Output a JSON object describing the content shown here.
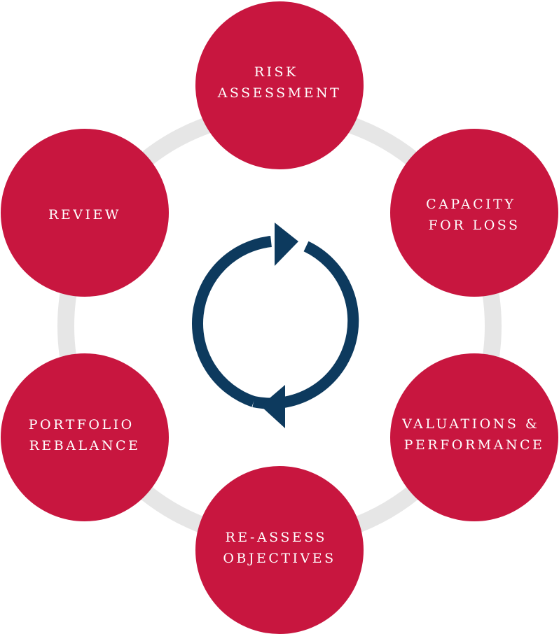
{
  "diagram": {
    "colors": {
      "node": "#c8163f",
      "node_text": "#ffffff",
      "ring": "#e6e6e6",
      "cycle_icon": "#0d3a5e"
    },
    "center_icon": "cycle-arrows-icon",
    "nodes": [
      {
        "id": "risk-assessment",
        "lines": [
          "RISK",
          "ASSESSMENT"
        ]
      },
      {
        "id": "capacity-for-loss",
        "lines": [
          "CAPACITY",
          "FOR LOSS"
        ]
      },
      {
        "id": "valuations-performance",
        "lines": [
          "VALUATIONS &",
          "PERFORMANCE"
        ]
      },
      {
        "id": "re-assess-objectives",
        "lines": [
          "RE-ASSESS",
          "OBJECTIVES"
        ]
      },
      {
        "id": "portfolio-rebalance",
        "lines": [
          "PORTFOLIO",
          "REBALANCE"
        ]
      },
      {
        "id": "review",
        "lines": [
          "REVIEW"
        ]
      }
    ]
  }
}
